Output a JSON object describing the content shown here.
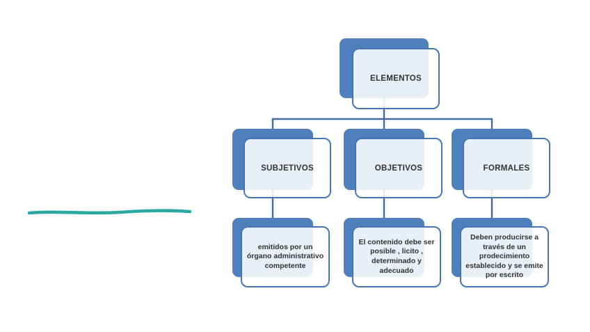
{
  "slide": {
    "background": "#ffffff",
    "decoration": {
      "teal_underline": {
        "color": "#2aa8a3",
        "shape": "hand-drawn horizontal stroke, left side of slide"
      }
    }
  },
  "colors": {
    "node_back_plate": "#4e80bd",
    "node_face_tint": "#ecf1f9",
    "node_border": "#4576b4",
    "connector": "#44699d",
    "text": "#333333"
  },
  "diagram": {
    "type": "hierarchy",
    "root": {
      "label": "ELEMENTOS"
    },
    "branches": [
      {
        "label": "SUBJETIVOS",
        "detail": "emitidos por un órgano administrativo competente"
      },
      {
        "label": "OBJETIVOS",
        "detail": "El contenido debe ser posible , licito , determinado y adecuado"
      },
      {
        "label": "FORMALES",
        "detail": "Deben producirse a través de un prodecimiento establecido  y se emite por escrito"
      }
    ]
  }
}
